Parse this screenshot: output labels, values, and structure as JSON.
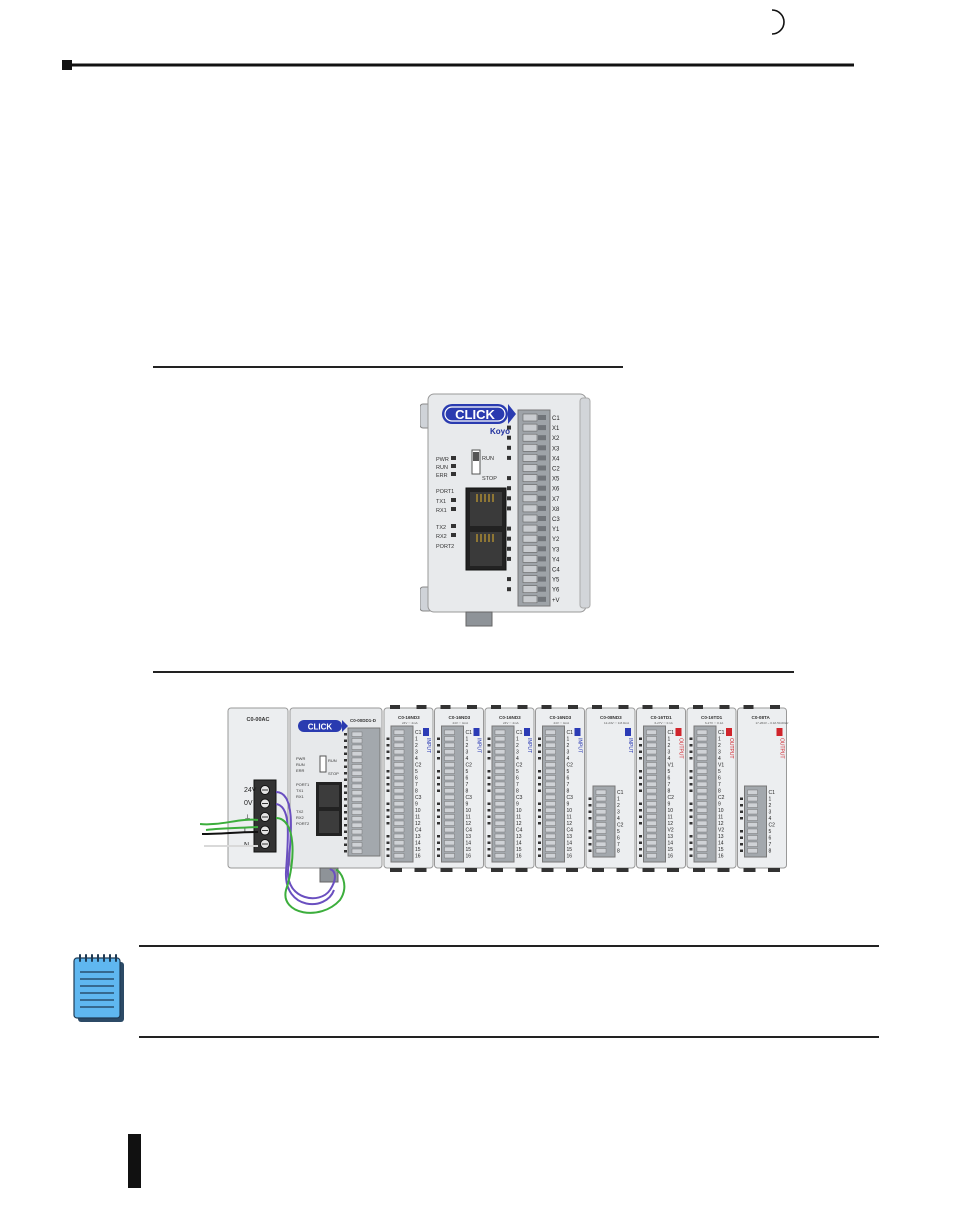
{
  "header": {},
  "figure1": {
    "brand_logo": "CLICK",
    "maker_logo": "Koyo",
    "leds_left": [
      "PWR",
      "RUN",
      "ERR"
    ],
    "switch_labels": [
      "RUN",
      "STOP"
    ],
    "port1_labels": [
      "PORT1",
      "TX1",
      "RX1"
    ],
    "port2_labels": [
      "TX2",
      "RX2",
      "PORT2"
    ],
    "terminals": [
      "C1",
      "X1",
      "X2",
      "X3",
      "X4",
      "C2",
      "X5",
      "X6",
      "X7",
      "X8",
      "C3",
      "Y1",
      "Y2",
      "Y3",
      "Y4",
      "C4",
      "Y5",
      "Y6",
      "+V"
    ]
  },
  "figure2": {
    "power_module": {
      "title": "C0-00AC",
      "terminal_labels": [
        "24V",
        "0V",
        "⏚",
        "L",
        "N"
      ]
    },
    "cpu_module": {
      "title": "C0-00DD1-D",
      "leds": [
        "PWR",
        "RUN",
        "ERR"
      ],
      "switch_labels": [
        "RUN",
        "STOP"
      ],
      "port_labels": [
        "PORT1",
        "TX1",
        "RX1",
        "TX2",
        "RX2",
        "PORT2"
      ]
    },
    "io_modules": [
      {
        "title": "C0-16ND3",
        "rating": "24V ⎓ 4mA",
        "kind": "INPUT",
        "color": "#2b3bb5",
        "terms": [
          "C1",
          "1",
          "2",
          "3",
          "4",
          "C2",
          "5",
          "6",
          "7",
          "8",
          "C3",
          "9",
          "10",
          "11",
          "12",
          "C4",
          "13",
          "14",
          "15",
          "16"
        ]
      },
      {
        "title": "C0-16ND3",
        "rating": "24V ⎓ 4mA",
        "kind": "INPUT",
        "color": "#2b3bb5",
        "terms": [
          "C1",
          "1",
          "2",
          "3",
          "4",
          "C2",
          "5",
          "6",
          "7",
          "8",
          "C3",
          "9",
          "10",
          "11",
          "12",
          "C4",
          "13",
          "14",
          "15",
          "16"
        ]
      },
      {
        "title": "C0-16ND3",
        "rating": "24V ⎓ 4mA",
        "kind": "INPUT",
        "color": "#2b3bb5",
        "terms": [
          "C1",
          "1",
          "2",
          "3",
          "4",
          "C2",
          "5",
          "6",
          "7",
          "8",
          "C3",
          "9",
          "10",
          "11",
          "12",
          "C4",
          "13",
          "14",
          "15",
          "16"
        ]
      },
      {
        "title": "C0-16ND3",
        "rating": "24V ⎓ 4mA",
        "kind": "INPUT",
        "color": "#2b3bb5",
        "terms": [
          "C1",
          "1",
          "2",
          "3",
          "4",
          "C2",
          "5",
          "6",
          "7",
          "8",
          "C3",
          "9",
          "10",
          "11",
          "12",
          "C4",
          "13",
          "14",
          "15",
          "16"
        ]
      },
      {
        "title": "C0-08ND3",
        "rating": "12-24V ⎓ 3-8.0mA",
        "kind": "INPUT",
        "color": "#2b3bb5",
        "terms": [
          "C1",
          "1",
          "2",
          "3",
          "4",
          "C2",
          "5",
          "6",
          "7",
          "8"
        ]
      },
      {
        "title": "C0-16TD1",
        "rating": "6-27V ⎓ 0.1A",
        "kind": "OUTPUT",
        "color": "#d0242b",
        "terms": [
          "C1",
          "1",
          "2",
          "3",
          "4",
          "V1",
          "5",
          "6",
          "7",
          "8",
          "C2",
          "9",
          "10",
          "11",
          "12",
          "V2",
          "13",
          "14",
          "15",
          "16"
        ]
      },
      {
        "title": "C0-16TD1",
        "rating": "6-27V ⎓ 0.1A",
        "kind": "OUTPUT",
        "color": "#d0242b",
        "terms": [
          "C1",
          "1",
          "2",
          "3",
          "4",
          "V1",
          "5",
          "6",
          "7",
          "8",
          "C2",
          "9",
          "10",
          "11",
          "12",
          "V2",
          "13",
          "14",
          "15",
          "16"
        ]
      },
      {
        "title": "C0-08TA",
        "rating": "17-264V ~ 0.3A 50-60Hz",
        "kind": "OUTPUT",
        "color": "#d0242b",
        "terms": [
          "C1",
          "1",
          "2",
          "3",
          "4",
          "C2",
          "5",
          "6",
          "7",
          "8"
        ]
      }
    ]
  },
  "note": {
    "icon": "notepad-icon"
  },
  "colors": {
    "rule": "#111111",
    "accent_input": "#2b3bb5",
    "accent_output": "#d0242b",
    "brand": "#2a3bb0"
  }
}
